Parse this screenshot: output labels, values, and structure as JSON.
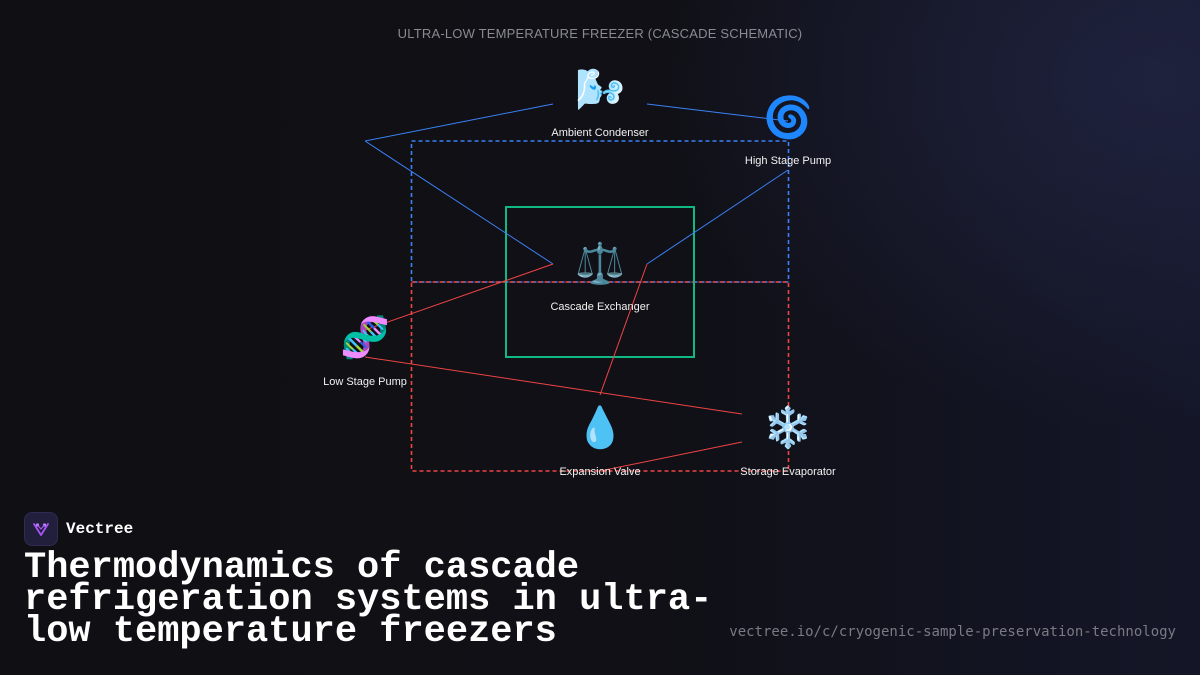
{
  "diagram": {
    "title": "ULTRA-LOW TEMPERATURE FREEZER (CASCADE SCHEMATIC)",
    "nodes": [
      {
        "id": "ambient-condenser",
        "label": "Ambient Condenser",
        "icon": "🌬️",
        "icon_name": "wind-face-icon"
      },
      {
        "id": "high-stage-pump",
        "label": "High Stage Pump",
        "icon": "🌀",
        "icon_name": "cyclone-icon"
      },
      {
        "id": "cascade-exchanger",
        "label": "Cascade Exchanger",
        "icon": "⚖️",
        "icon_name": "balance-scale-icon"
      },
      {
        "id": "low-stage-pump",
        "label": "Low Stage Pump",
        "icon": "🧬",
        "icon_name": "dna-icon"
      },
      {
        "id": "expansion-valve",
        "label": "Expansion Valve",
        "icon": "💧",
        "icon_name": "droplet-icon"
      },
      {
        "id": "storage-evaporator",
        "label": "Storage Evaporator",
        "icon": "❄️",
        "icon_name": "snowflake-icon"
      }
    ],
    "colors": {
      "high_stage": "#3b82f6",
      "low_stage": "#ef4444",
      "exchanger": "#10b981"
    }
  },
  "brand": {
    "name": "Vectree",
    "logo_icon": "vectree-logo-icon",
    "accent": "#a855f7"
  },
  "headline": "Thermodynamics of cascade refrigeration systems in ultra-low temperature freezers",
  "url": "vectree.io/c/cryogenic-sample-preservation-technology"
}
